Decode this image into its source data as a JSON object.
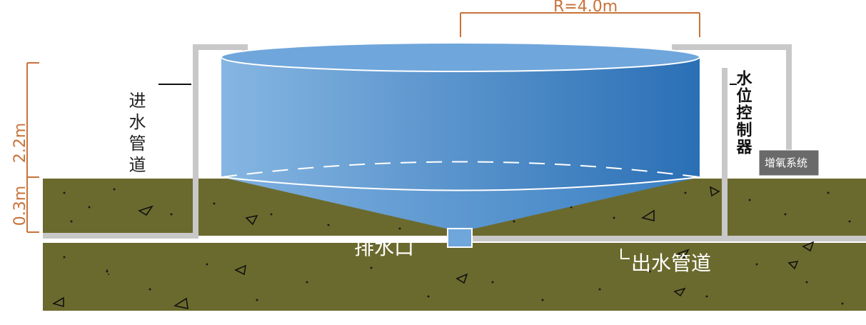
{
  "dimensions": {
    "radius": "R=4.0m",
    "tank_height": "2.2m",
    "depth": "0.3m"
  },
  "labels": {
    "inlet_pipe": "进水管道",
    "level_controller": "水位控制器",
    "aeration_system": "增氧系统",
    "drain_outlet": "排水口",
    "outlet_pipe": "出水管道"
  },
  "colors": {
    "soil": "#6b6a2e",
    "pipe": "#c8c8c8",
    "water_light": "#7fb0df",
    "water_dark": "#2a6fb5",
    "dimension": "#c8733a",
    "box": "#6a6a6a"
  }
}
